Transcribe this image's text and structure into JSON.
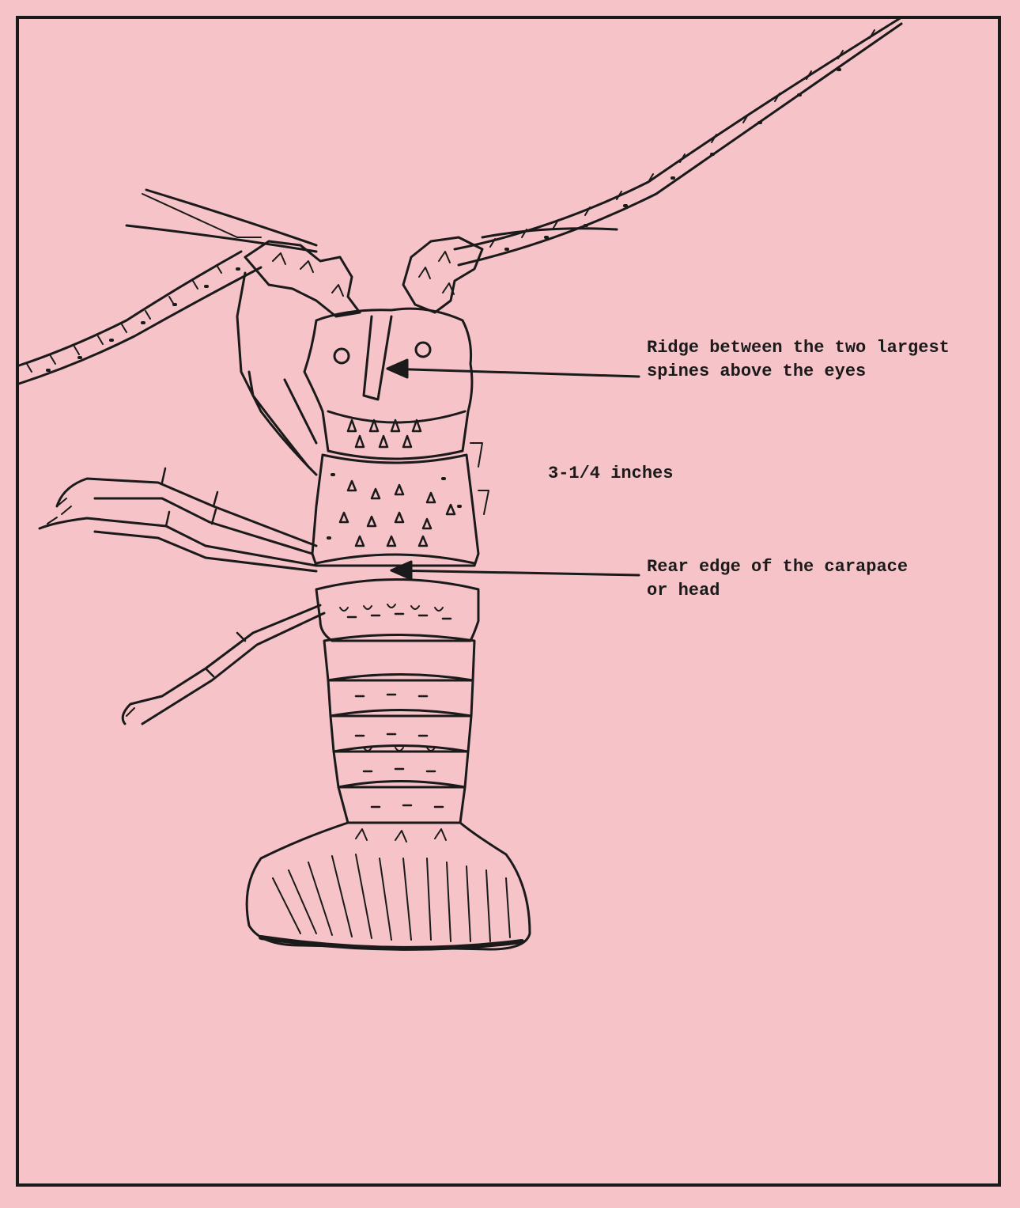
{
  "annotations": {
    "ridge": {
      "line1": "Ridge between the two largest",
      "line2": "spines above the eyes"
    },
    "measurement": "3-1/4 inches",
    "rear_edge": {
      "line1": "Rear edge of the carapace",
      "line2": "or head"
    }
  },
  "colors": {
    "background": "#f5c3c8",
    "ink": "#1a1a1a"
  }
}
